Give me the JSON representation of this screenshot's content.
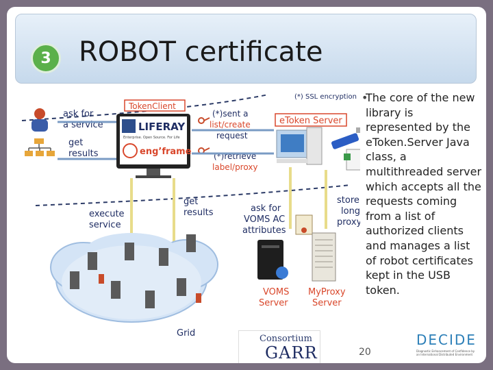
{
  "slide": {
    "number": "3",
    "title": "ROBOT certificate",
    "page_number": "20"
  },
  "diagram": {
    "token_client_label": "TokenClient",
    "liferay_label": "LIFERAY",
    "liferay_tagline": "Enterprise. Open Source. For Life",
    "engframe_label": "eng’frame",
    "etoken_server_label": "eToken Server",
    "ssl_note": "(*) SSL encryption",
    "ask_service": [
      "ask for",
      "a service"
    ],
    "get_results_top": [
      "get",
      "results"
    ],
    "sent_request": [
      "(*)sent a",
      "list/create",
      "request"
    ],
    "retrieve": [
      "(*)retrieve",
      "label/proxy"
    ],
    "execute_service": [
      "execute",
      "service"
    ],
    "get_results_mid": [
      "get",
      "results"
    ],
    "ask_voms": [
      "ask for",
      "VOMS AC",
      "attributes"
    ],
    "store_proxy": [
      "store",
      "long",
      "proxy"
    ],
    "voms_server": [
      "VOMS",
      "Server"
    ],
    "myproxy_server": [
      "MyProxy",
      "Server"
    ],
    "grid_label": "Grid"
  },
  "bullet_text": "The core of the new library is represented by the eToken.Server Java class, a multithreaded server which accepts all the requests coming from a list of authorized clients and manages a list of robot certificates kept in the USB token.",
  "footer": {
    "garr_top": "Consortium",
    "garr_main": "GARR",
    "decide_logo": "DECIDE",
    "decide_sub": "Diagnostic Enhancement of Confidence by an International Distributed Environment"
  },
  "colors": {
    "accent_red": "#d9472b",
    "label_blue": "#1f2d63",
    "badge_green": "#5bb04a"
  }
}
